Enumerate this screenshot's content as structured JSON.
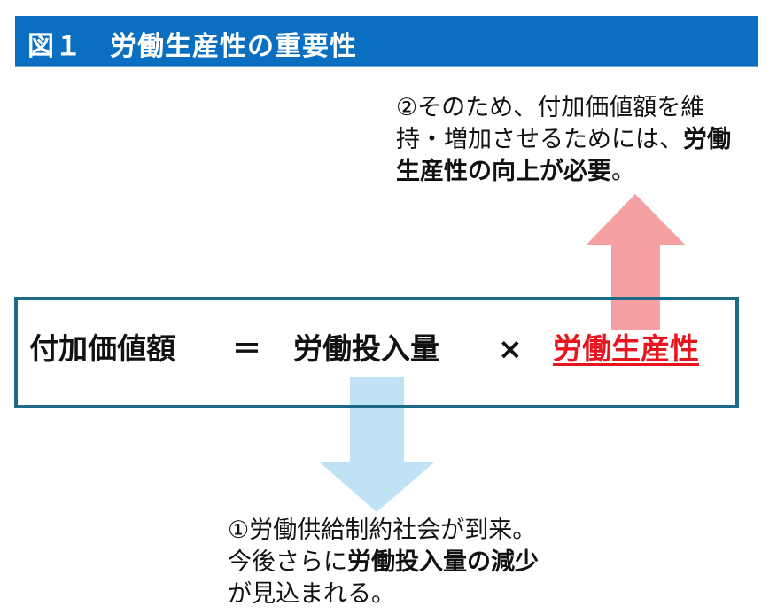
{
  "title": {
    "label": "図１　労働生産性の重要性"
  },
  "formula": {
    "term1": "付加価値額",
    "equals": "＝",
    "term2": "労働投入量",
    "times": "×",
    "term3": "労働生産性"
  },
  "note_top": {
    "line1": "②そのため、付加価値額を維",
    "line2_normal": "持・増加させるためには、",
    "line2_bold": "労働",
    "line3_bold": "生産性の向上が必要",
    "line3_normal": "。"
  },
  "note_bottom": {
    "line1": "①労働供給制約社会が到来。",
    "line2_normal": "今後さらに",
    "line2_bold": "労働投入量の減少",
    "line3": "が見込まれる。"
  },
  "colors": {
    "title_bg": "#0a6fc0",
    "box_border": "#1b6a87",
    "up_arrow": "#f5a0a3",
    "down_arrow": "#bfe3f5",
    "highlight_text": "#e8141e"
  }
}
